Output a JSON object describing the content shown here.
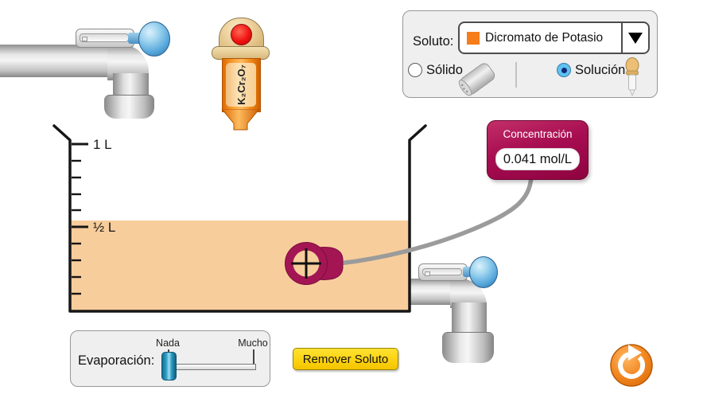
{
  "solute_panel": {
    "label": "Soluto:",
    "dropdown": {
      "selected": "Dicromato de Potasio",
      "swatch_color": "#F57D1A"
    },
    "radio_solid_label": "Sólido",
    "radio_solution_label": "Solución",
    "radio_selected": "Solución"
  },
  "dropper": {
    "label": "K₂Cr₂O₇"
  },
  "beaker": {
    "tick_labels": [
      "1 L",
      "½ L"
    ]
  },
  "meter": {
    "title": "Concentración",
    "value": "0.041 mol/L"
  },
  "evaporation": {
    "label": "Evaporación:",
    "min_label": "Nada",
    "max_label": "Mucho",
    "value": "Nada"
  },
  "buttons": {
    "remove_solute": "Remover Soluto"
  },
  "colors": {
    "solution": "#F8CD9C",
    "meter_body": "#A70D51",
    "probe": "#A31653",
    "accent_orange": "#F57D1A",
    "button_yellow": "#FCD10E",
    "faucet_knob_blue": "#56A8DC",
    "slider_knob_teal": "#2F9FC6",
    "reset_orange": "#EF831F"
  }
}
